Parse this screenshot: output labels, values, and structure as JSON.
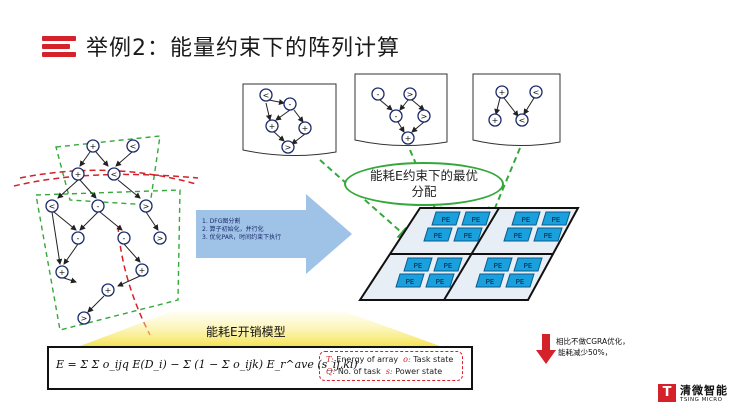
{
  "title": "举例2：能量约束下的阵列计算",
  "bubble": {
    "line1": "能耗E约束下的最优",
    "line2": "分配"
  },
  "arrow_list": [
    "1.  DFG图分割",
    "2.  算子初始化，并行化",
    "3.  优化PAR，时间约束下执行"
  ],
  "model_label": "能耗E开销模型",
  "formula": "E = Σ Σ o_ijq E(D_i) − Σ (1 − Σ o_ijk) E_r^ave (s_ij,ki)",
  "legend": [
    {
      "sym": "T:",
      "text": "Energy of array"
    },
    {
      "sym": "o:",
      "text": "Task state"
    },
    {
      "sym": "Q:",
      "text": "No. of task"
    },
    {
      "sym": "s:",
      "text": "Power state"
    }
  ],
  "pe_label": "PE",
  "note": {
    "line1": "相比不做CGRA优化，",
    "line2": "能耗减少50%，"
  },
  "logo": {
    "cn": "清微智能",
    "en": "TSING MICRO",
    "mark": "T"
  },
  "colors": {
    "accent": "#d4212a",
    "green": "#35a83b",
    "pe_blue": "#1aa0dc",
    "arrow": "#9ec3e6"
  },
  "icons": {
    "title": "menu-icon",
    "down": "down-arrow-icon"
  }
}
